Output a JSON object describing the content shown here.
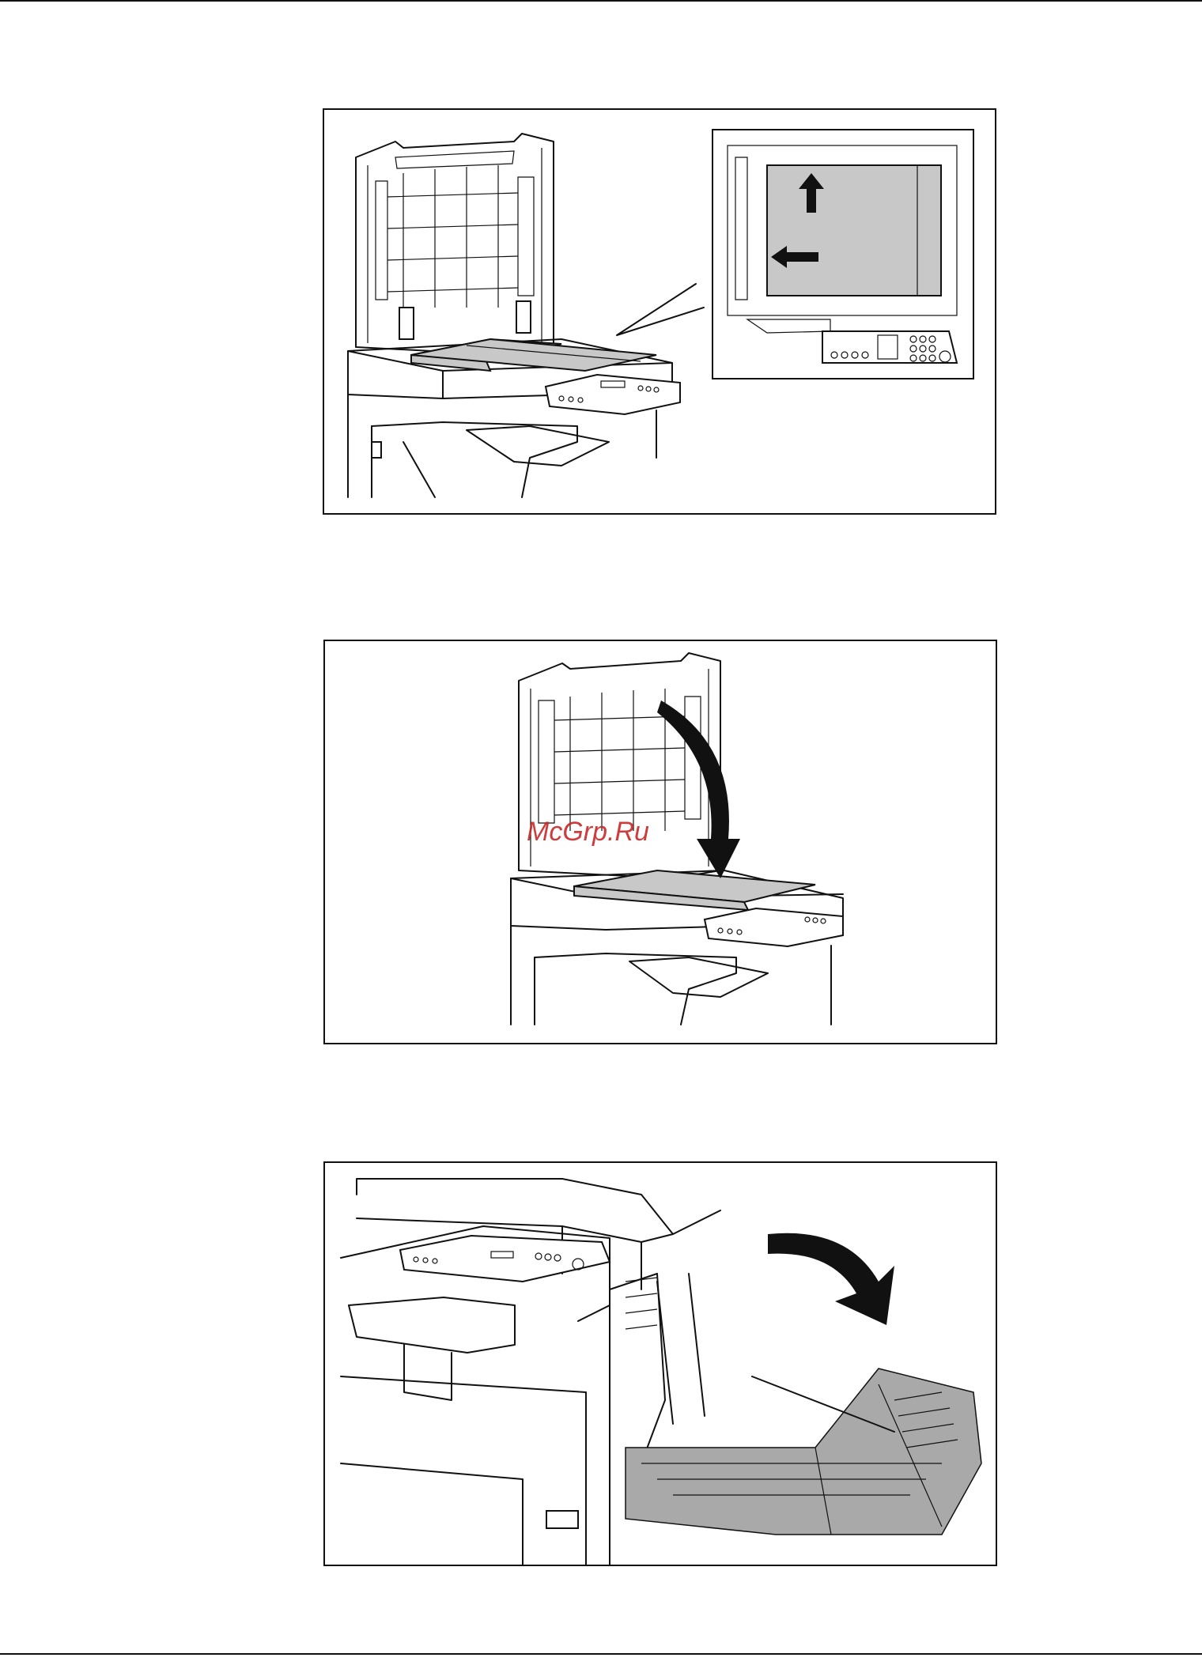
{
  "page": {
    "watermark": "McGrp.Ru"
  },
  "figures": [
    {
      "id": "place-original-on-glass",
      "arrows": [
        "arrow-up-icon",
        "arrow-left-icon"
      ]
    },
    {
      "id": "close-platen-cover",
      "arrows": [
        "arrow-curved-down-icon"
      ]
    },
    {
      "id": "open-side-cover",
      "arrows": [
        "arrow-curved-right-icon"
      ]
    }
  ],
  "colors": {
    "line": "#111111",
    "document_gray": "#c8c8c8",
    "watermark": "#c82828"
  }
}
